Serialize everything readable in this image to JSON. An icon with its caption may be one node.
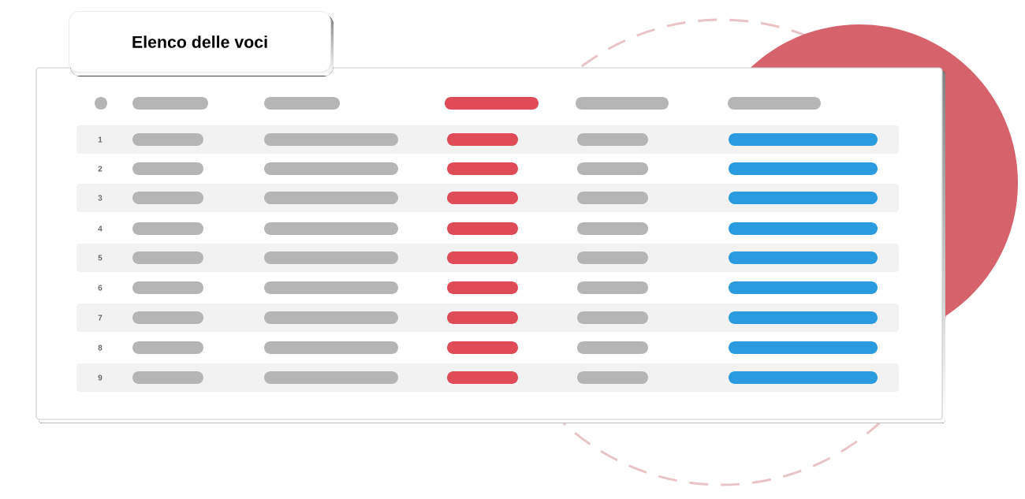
{
  "diagram": {
    "nodes": [
      {
        "text": [
          "Elenco delle voci"
        ]
      }
    ],
    "labels": [
      "1",
      "2",
      "3",
      "4",
      "5",
      "6",
      "7",
      "8",
      "9"
    ]
  }
}
